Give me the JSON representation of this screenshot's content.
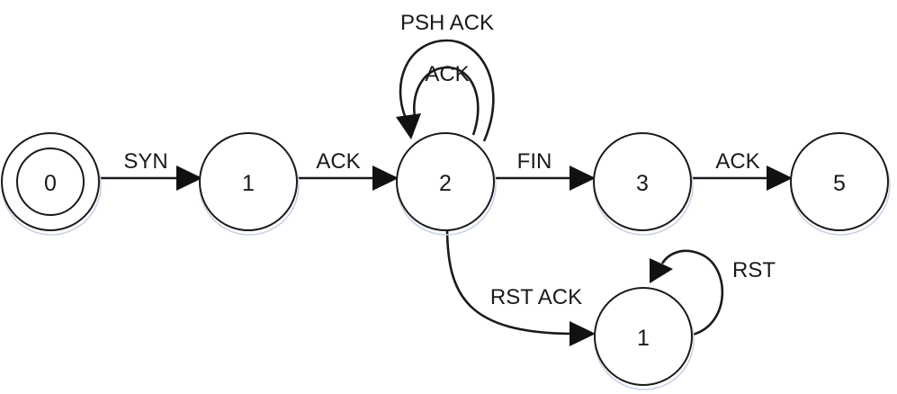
{
  "states": {
    "s0": "0",
    "s1": "1",
    "s2": "2",
    "s3": "3",
    "s5": "5",
    "s1b": "1"
  },
  "transitions": {
    "s0_s1": "SYN",
    "s1_s2": "ACK",
    "s2_self_outer": "PSH ACK",
    "s2_self_inner": "ACK",
    "s2_s3": "FIN",
    "s3_s5": "ACK",
    "s2_s1b": "RST ACK",
    "s1b_self": "RST"
  },
  "start_state": "s0",
  "colors": {
    "stroke": "#1a1a1a",
    "shadow": "#c9d3e6",
    "background": "#ffffff"
  }
}
